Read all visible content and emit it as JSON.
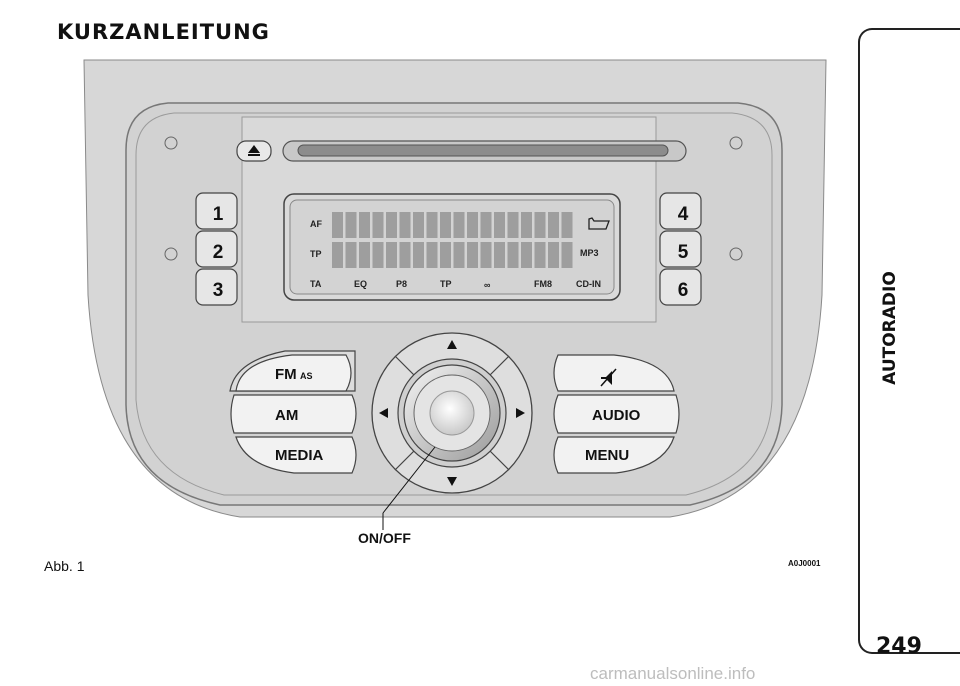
{
  "page": {
    "heading": "KURZANLEITUNG",
    "section": "AUTORADIO",
    "page_number": "249",
    "caption": "Abb. 1",
    "figure_code": "A0J0001",
    "watermark": "carmanualsonline.info"
  },
  "radio": {
    "presets_left": [
      "1",
      "2",
      "3"
    ],
    "presets_right": [
      "4",
      "5",
      "6"
    ],
    "display_left_labels": [
      "AF",
      "TP",
      "TA"
    ],
    "display_right_labels": [
      "MP3",
      "CD-IN"
    ],
    "display_bottom_labels": [
      "EQ",
      "P8",
      "TP",
      "∞",
      "FM8"
    ],
    "buttons_left": {
      "fm": "FM",
      "fm_sub": "AS",
      "am": "AM",
      "media": "MEDIA"
    },
    "buttons_right": {
      "audio": "AUDIO",
      "menu": "MENU"
    },
    "callout": "ON/OFF",
    "icons": [
      "eject-icon",
      "folder-icon",
      "mute-icon",
      "arrow-up-icon",
      "arrow-down-icon",
      "arrow-left-icon",
      "arrow-right-icon"
    ]
  }
}
